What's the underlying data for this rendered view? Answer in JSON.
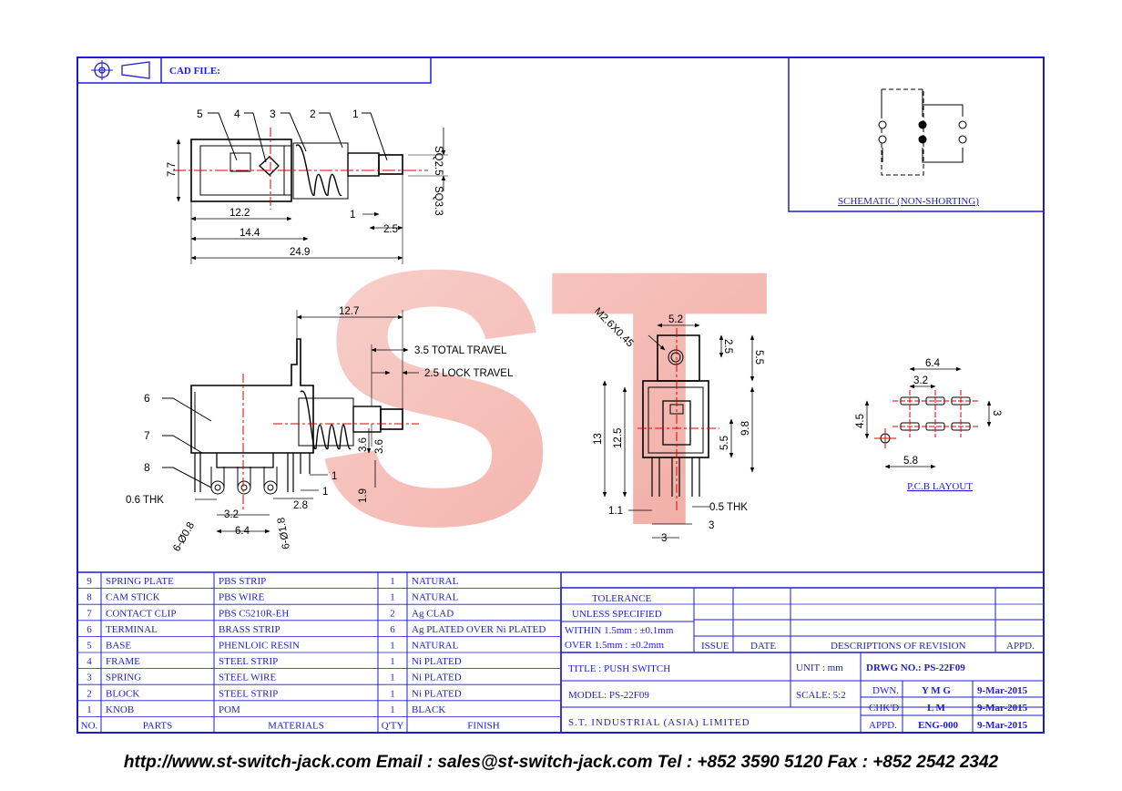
{
  "cad_file_label": "CAD FILE:",
  "schematic_label": "SCHEMATIC (NON-SHORTING)",
  "pcb_label": "P.C.B LAYOUT",
  "watermark": "ST",
  "top_view": {
    "callouts": [
      "5",
      "4",
      "3",
      "2",
      "1"
    ],
    "dims": {
      "sq25": "SQ2.5",
      "sq33": "SQ3.3",
      "d77": "7.7",
      "d122": "12.2",
      "d144": "14.4",
      "d249": "24.9",
      "d1": "1",
      "d25": "2.5"
    }
  },
  "side_view": {
    "callouts": [
      "6",
      "7",
      "8"
    ],
    "dims": {
      "d127": "12.7",
      "travel": "3.5 TOTAL TRAVEL",
      "lock": "2.5 LOCK TRAVEL",
      "d36a": "3.6",
      "d36b": "3.6",
      "d19": "1.9",
      "d1a": "1",
      "d1b": "1",
      "d28": "2.8",
      "d32": "3.2",
      "d64": "6.4",
      "thk": "0.6 THK",
      "hole1": "6-Ø0.8",
      "hole2": "6-Ø1.8"
    }
  },
  "front_view": {
    "dims": {
      "m26": "M2.6X0.45",
      "d52": "5.2",
      "d25": "2.5",
      "d55a": "5.5",
      "d13": "13",
      "d125": "12.5",
      "d55b": "5.5",
      "d98": "9.8",
      "d11": "1.1",
      "thk": "0.5 THK",
      "d3a": "3",
      "d3b": "3"
    }
  },
  "pcb_layout": {
    "dims": {
      "d64": "6.4",
      "d32": "3.2",
      "d45": "4.5",
      "d3": "3",
      "d58": "5.8"
    }
  },
  "parts_table": {
    "headers": [
      "NO.",
      "PARTS",
      "MATERIALS",
      "Q'TY",
      "FINISH"
    ],
    "rows": [
      [
        "9",
        "SPRING PLATE",
        "PBS STRIP",
        "1",
        "NATURAL"
      ],
      [
        "8",
        "CAM STICK",
        "PBS WIRE",
        "1",
        "NATURAL"
      ],
      [
        "7",
        "CONTACT CLIP",
        "PBS C5210R-EH",
        "2",
        "Ag CLAD"
      ],
      [
        "6",
        "TERMINAL",
        "BRASS STRIP",
        "6",
        "Ag PLATED OVER Ni PLATED"
      ],
      [
        "5",
        "BASE",
        "PHENLOIC RESIN",
        "1",
        "NATURAL"
      ],
      [
        "4",
        "FRAME",
        "STEEL STRIP",
        "1",
        "Ni PLATED"
      ],
      [
        "3",
        "SPRING",
        "STEEL WIRE",
        "1",
        "Ni PLATED"
      ],
      [
        "2",
        "BLOCK",
        "STEEL STRIP",
        "1",
        "Ni PLATED"
      ],
      [
        "1",
        "KNOB",
        "POM",
        "1",
        "BLACK"
      ]
    ]
  },
  "title_block": {
    "tolerance_title": "TOLERANCE",
    "tolerance_sub": "UNLESS SPECIFIED",
    "within": "WITHIN 1.5mm : ±0.1mm",
    "over": "OVER   1.5mm : ±0.2mm",
    "rev_headers": [
      "ISSUE",
      "DATE",
      "DESCRIPTIONS OF REVISION",
      "APPD."
    ],
    "title": "TITLE : PUSH SWITCH",
    "model": "MODEL: PS-22F09",
    "company": "S.T. INDUSTRIAL (ASIA) LIMITED",
    "unit": "UNIT :   mm",
    "scale": "SCALE:  5:2",
    "drwg_no": "DRWG NO.: PS-22F09",
    "dwn_label": "DWN.",
    "dwn_name": "Y M G",
    "dwn_date": "9-Mar-2015",
    "chk_label": "CHK'D",
    "chk_name": "L M",
    "chk_date": "9-Mar-2015",
    "appd_label": "APPD.",
    "appd_name": "ENG-000",
    "appd_date": "9-Mar-2015"
  },
  "footer": "http://www.st-switch-jack.com  Email : sales@st-switch-jack.com  Tel : +852 3590 5120  Fax : +852 2542 2342",
  "colors": {
    "frame": "#1d1dd6",
    "watermark": "#f2a7a0",
    "centerline": "#e00000"
  }
}
